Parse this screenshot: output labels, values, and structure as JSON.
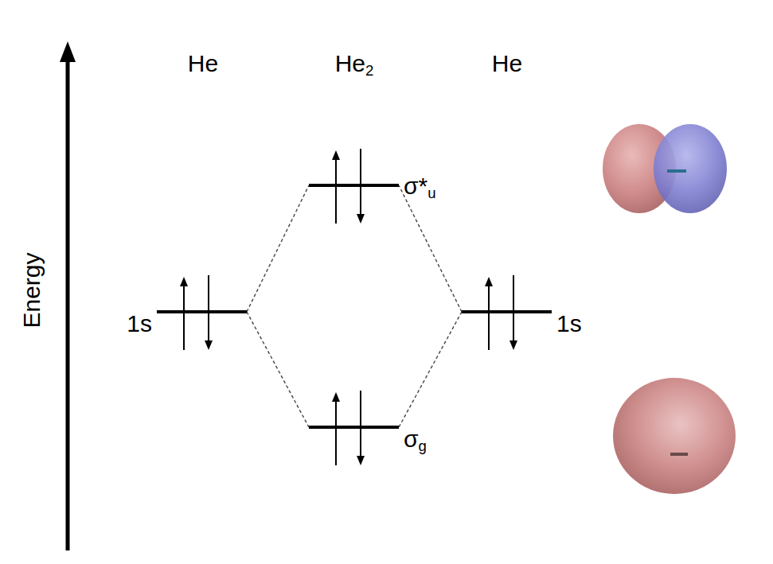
{
  "diagram": {
    "nodes": [
      {
        "text": [
          "1s"
        ]
      },
      {
        "text": [
          "σ*u"
        ]
      },
      {
        "text": [
          "σg"
        ]
      },
      {
        "text": [
          "1s"
        ]
      }
    ],
    "edges": [
      {
        "from": 0,
        "to": 1,
        "arrow": "none"
      },
      {
        "from": 0,
        "to": 2,
        "arrow": "none"
      },
      {
        "from": 3,
        "to": 1,
        "arrow": "none"
      },
      {
        "from": 3,
        "to": 2,
        "arrow": "none"
      }
    ],
    "labels": [
      "Energy",
      "He",
      "He2",
      "He"
    ]
  }
}
